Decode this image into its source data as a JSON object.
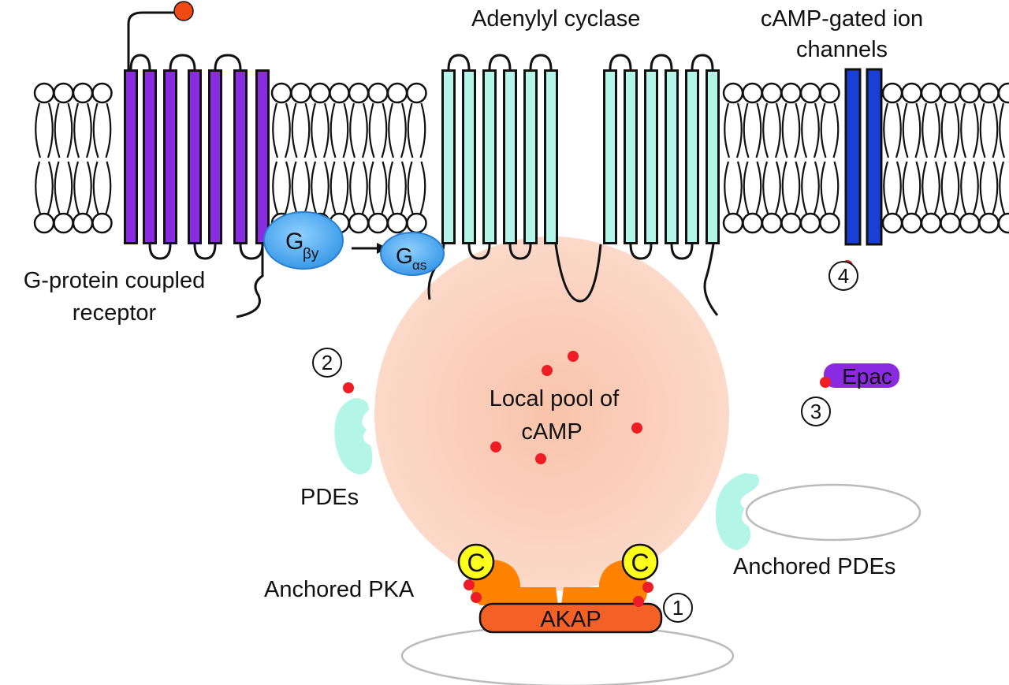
{
  "labels": {
    "adenylyl_cyclase": "Adenylyl cyclase",
    "ion_channels_line1": "cAMP-gated ion",
    "ion_channels_line2": "channels",
    "gpcr_line1": "G-protein coupled",
    "gpcr_line2": "receptor",
    "g_beta_gamma_main": "G",
    "g_beta_gamma_sub": "βy",
    "g_alpha_s_main": "G",
    "g_alpha_s_sub": "αs",
    "local_pool_line1": "Local pool of",
    "local_pool_line2": "cAMP",
    "pdes": "PDEs",
    "anchored_pdes": "Anchored PDEs",
    "anchored_pka": "Anchored PKA",
    "akap": "AKAP",
    "epac": "Epac",
    "pka_catalytic": "C"
  },
  "markers": [
    "1",
    "2",
    "3",
    "4"
  ],
  "colors": {
    "gpcr": "#8a2be2",
    "adenylyl_cyclase": "#b3f5e6",
    "ion_channel": "#1a3fd6",
    "g_protein": "#4aa8ee",
    "camp_pool": "#fbcfbb",
    "camp": "#ee1c25",
    "ligand": "#f04a14",
    "pka": "#ff8200",
    "akap": "#f36126",
    "catalytic": "#ffff1e",
    "pde": "#b3f5e6",
    "epac": "#8a2be2"
  }
}
